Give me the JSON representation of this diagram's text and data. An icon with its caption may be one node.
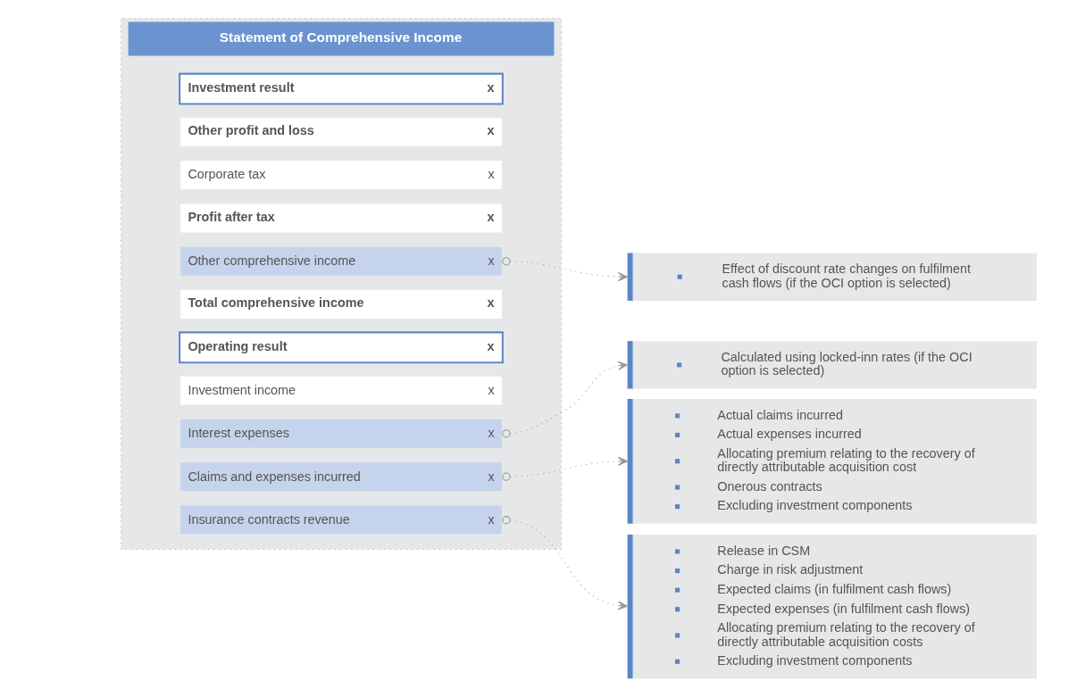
{
  "diagram": {
    "nodes": [
      {
        "text": [
          "Statement of Comprehensive Income"
        ]
      },
      {
        "text": [
          "Insurance contracts revenue",
          "x"
        ],
        "in": 0
      },
      {
        "text": [
          "Claims and expenses incurred",
          "x"
        ],
        "in": 0
      },
      {
        "text": [
          "Operating result",
          "x"
        ],
        "in": 0
      },
      {
        "text": [
          "Investment income",
          "x"
        ],
        "in": 0
      },
      {
        "text": [
          "Interest expenses",
          "x"
        ],
        "in": 0
      },
      {
        "text": [
          "Investment result",
          "x"
        ],
        "in": 0
      },
      {
        "text": [
          "Other profit and loss",
          "x"
        ],
        "in": 0
      },
      {
        "text": [
          "Corporate tax",
          "x"
        ],
        "in": 0
      },
      {
        "text": [
          "Profit after tax",
          "x"
        ],
        "in": 0
      },
      {
        "text": [
          "Other comprehensive income",
          "x"
        ],
        "in": 0
      },
      {
        "text": [
          "Total comprehensive income",
          "x"
        ],
        "in": 0
      },
      {
        "text": [
          "Release in CSM",
          "Charge in risk adjustment",
          "Expected claims (in fulfilment cash flows)",
          "Expected expenses (in fulfilment cash flows)",
          "Allocating premium relating to the recovery of directly attributable acquisition costs",
          "Excluding investment components"
        ]
      },
      {
        "text": [
          "Actual claims incurred",
          "Actual expenses incurred",
          "Allocating premium relating to the recovery of directly attributable acquisition cost",
          "Onerous contracts",
          "Excluding investment components"
        ]
      },
      {
        "text": [
          "Calculated using locked-inn rates (if the OCI option is selected)"
        ]
      },
      {
        "text": [
          "Effect of discount rate changes on fulfilment cash flows (if the OCI option is selected)"
        ]
      }
    ],
    "edges": [
      {
        "from": 1,
        "to": 12,
        "arrow": "to",
        "style": "dashed"
      },
      {
        "from": 2,
        "to": 13,
        "arrow": "to",
        "style": "dashed"
      },
      {
        "from": 5,
        "to": 14,
        "arrow": "to",
        "style": "dashed"
      },
      {
        "from": 10,
        "to": 15,
        "arrow": "to",
        "style": "dashed"
      }
    ]
  }
}
